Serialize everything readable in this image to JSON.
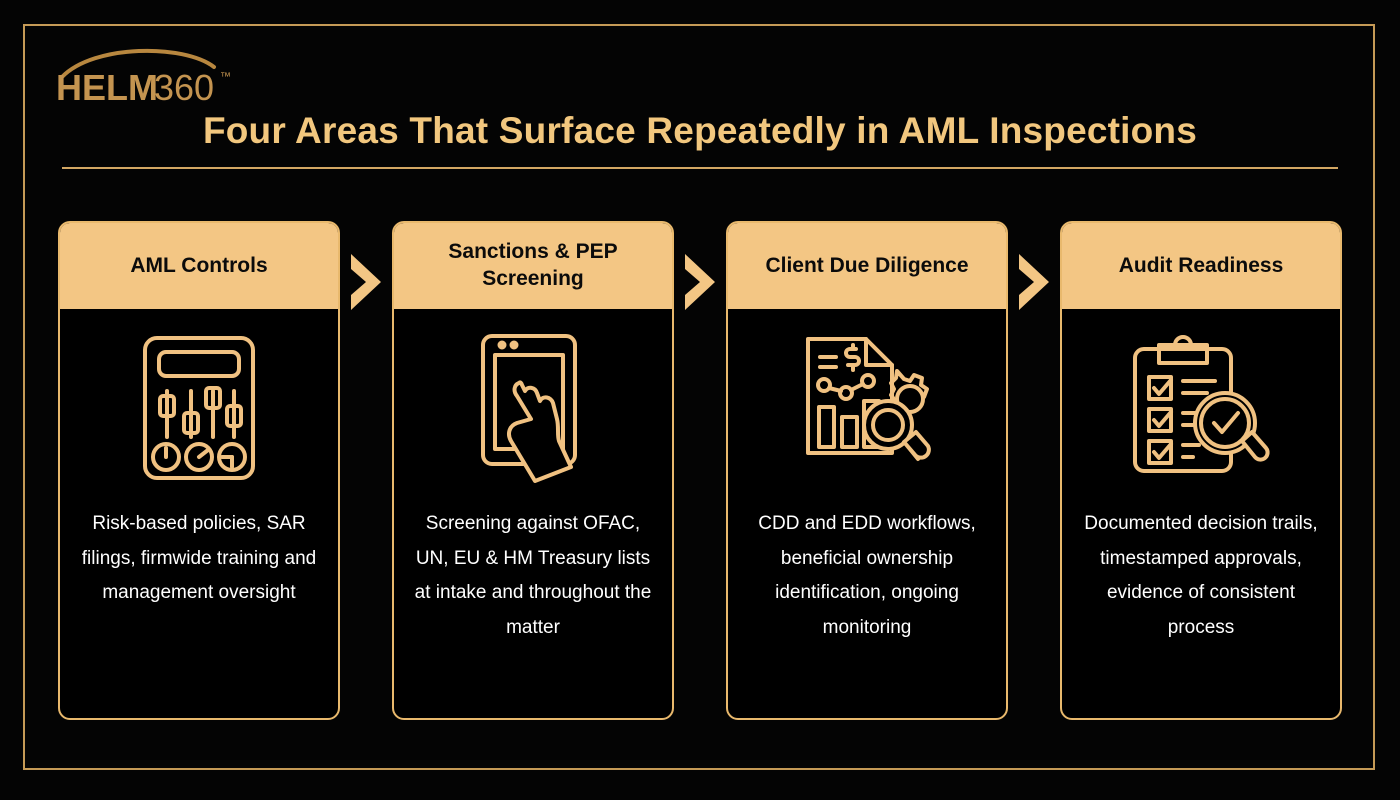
{
  "brand": {
    "logo_text_bold": "HELM",
    "logo_text_light": "360",
    "trademark": "™",
    "arc_icon": "arc-swoosh-icon"
  },
  "header": {
    "title": "Four Areas That Surface Repeatedly in AML Inspections"
  },
  "colors": {
    "background": "#040404",
    "frame": "#c59a56",
    "accent_gold": "#f2c77e",
    "card_header_bg": "#f3c684",
    "card_border": "#e9b96d",
    "header_text": "#0b0b0b",
    "body_text": "#ffffff",
    "rule": "#d3a763"
  },
  "cards": [
    {
      "title": "AML Controls",
      "icon": "sliders-control-panel-icon",
      "body": "Risk-based policies, SAR filings, firmwide training and management oversight"
    },
    {
      "title": "Sanctions & PEP Screening",
      "icon": "tablet-touch-hand-icon",
      "body": "Screening against OFAC, UN, EU & HM Treasury lists at intake and throughout the matter"
    },
    {
      "title": "Client Due Diligence",
      "icon": "financial-report-magnifier-gear-icon",
      "body": "CDD and EDD workflows, beneficial ownership identification, ongoing monitoring"
    },
    {
      "title": "Audit Readiness",
      "icon": "clipboard-checklist-magnifier-icon",
      "body": "Documented decision trails, timestamped approvals, evidence of consistent process"
    }
  ],
  "separators": [
    {
      "icon": "chevron-right-icon"
    },
    {
      "icon": "chevron-right-icon"
    },
    {
      "icon": "chevron-right-icon"
    }
  ]
}
